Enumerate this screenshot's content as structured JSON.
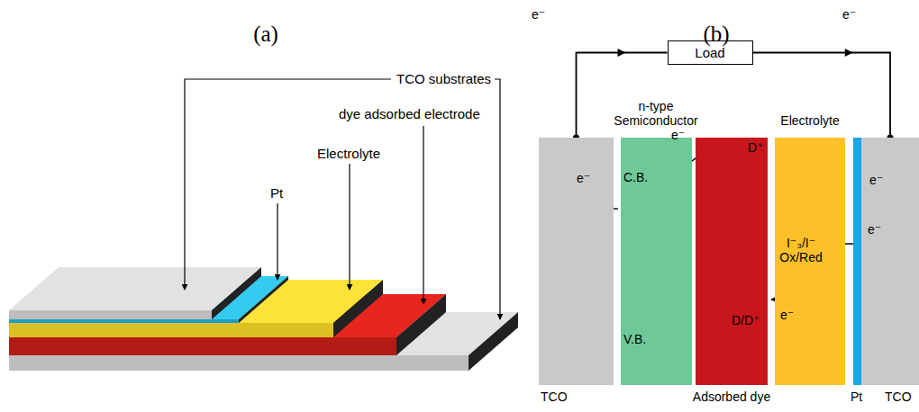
{
  "diagram": {
    "nodes": [
      {
        "text": [
          "Load"
        ]
      },
      {
        "text": [
          "TCO"
        ]
      },
      {
        "text": [
          "n-type Semiconductor",
          "C.B.",
          "V.B."
        ]
      },
      {
        "text": [
          "D⁺",
          "D/D⁺",
          "Adsorbed dye"
        ]
      },
      {
        "text": [
          "Electrolyte",
          "I⁻₃/I⁻ Ox/Red"
        ]
      },
      {
        "text": [
          "Pt"
        ]
      },
      {
        "text": [
          "TCO"
        ]
      }
    ],
    "edges": [
      {
        "from": 1,
        "to": 0,
        "arrow": "to"
      },
      {
        "from": 0,
        "to": 6,
        "arrow": "to"
      }
    ],
    "labels": [
      "(a)",
      "(b)",
      "TCO substrates",
      "dye adsorbed electrode",
      "Electrolyte",
      "Pt",
      "e⁻",
      "e⁻",
      "e⁻",
      "e⁻",
      "e⁻",
      "e⁻",
      "e⁻"
    ]
  }
}
